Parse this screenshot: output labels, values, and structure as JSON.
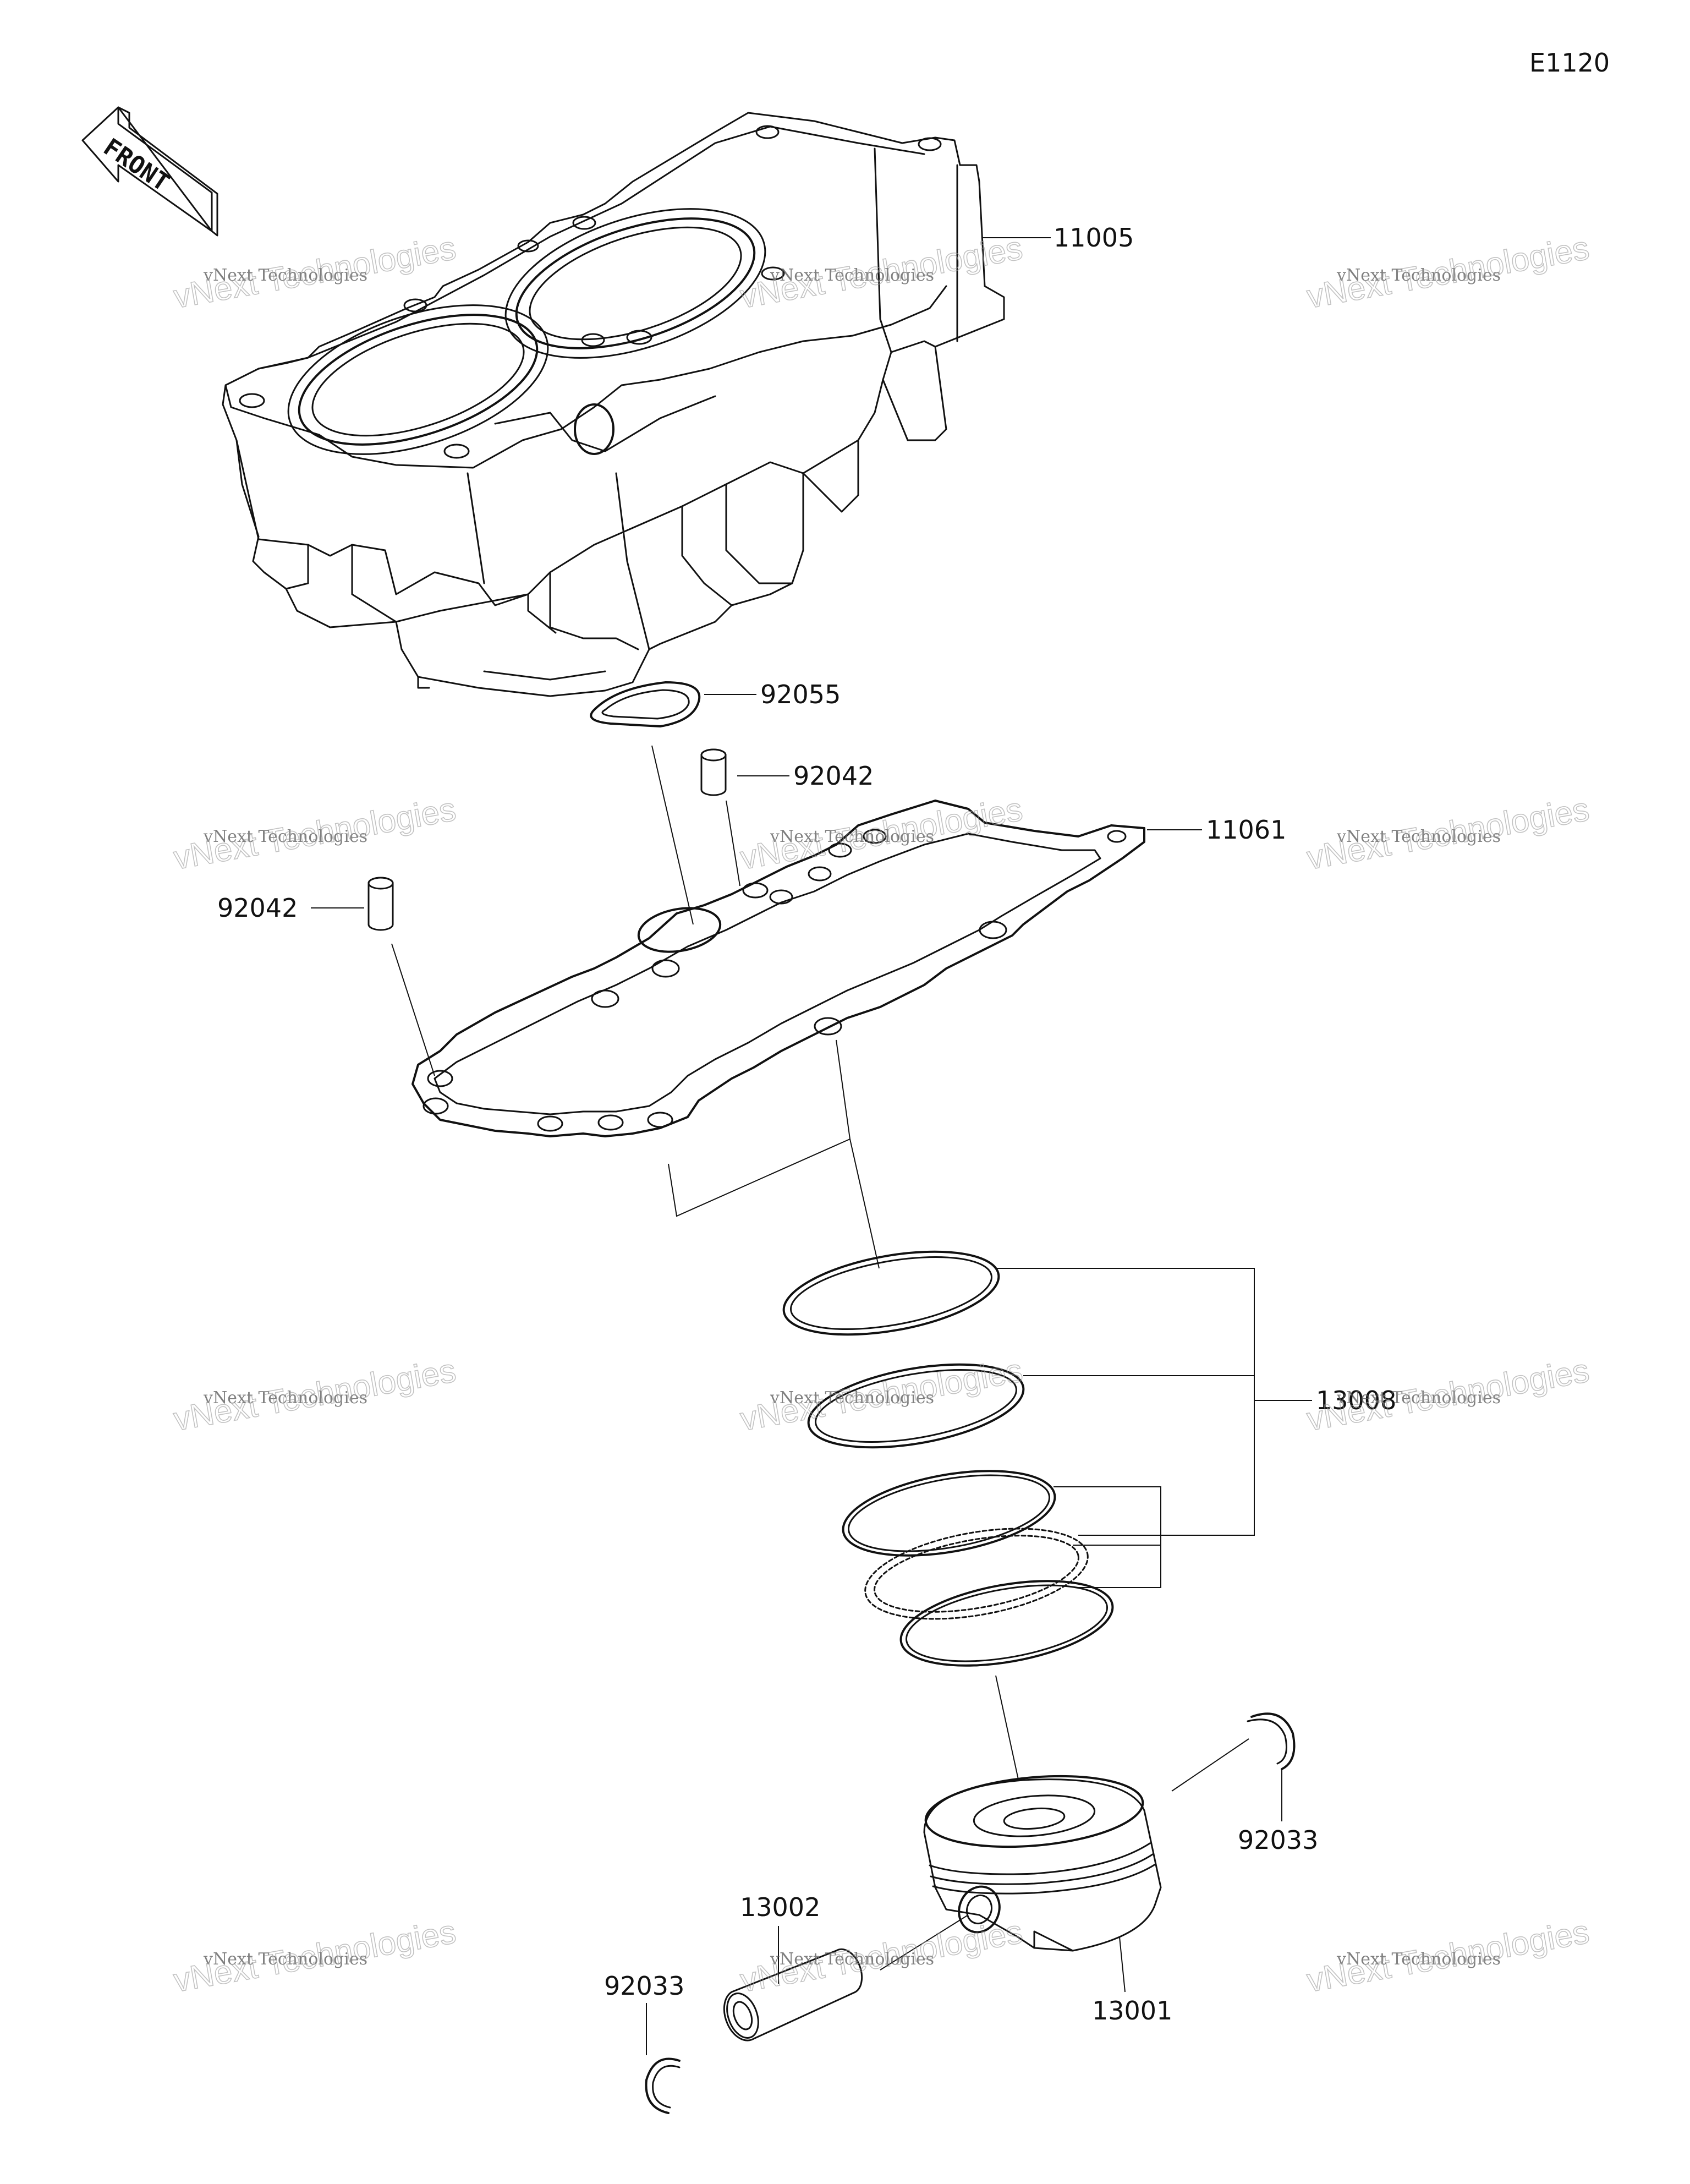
{
  "diagram_code": "E1120",
  "front_label": "FRONT",
  "parts": {
    "cylinder": "11005",
    "water_ring": "92055",
    "dowel_upper": "92042",
    "dowel_left": "92042",
    "base_gasket": "11061",
    "ring_set": "13008",
    "piston": "13001",
    "piston_pin": "13002",
    "circlip_right": "92033",
    "circlip_left": "92033"
  },
  "watermark": {
    "line1": "vNext Technologies",
    "line2": "vNext\nTechnologies"
  },
  "colors": {
    "ink": "#111111",
    "background": "#ffffff",
    "watermark": "#9a9a9a"
  }
}
